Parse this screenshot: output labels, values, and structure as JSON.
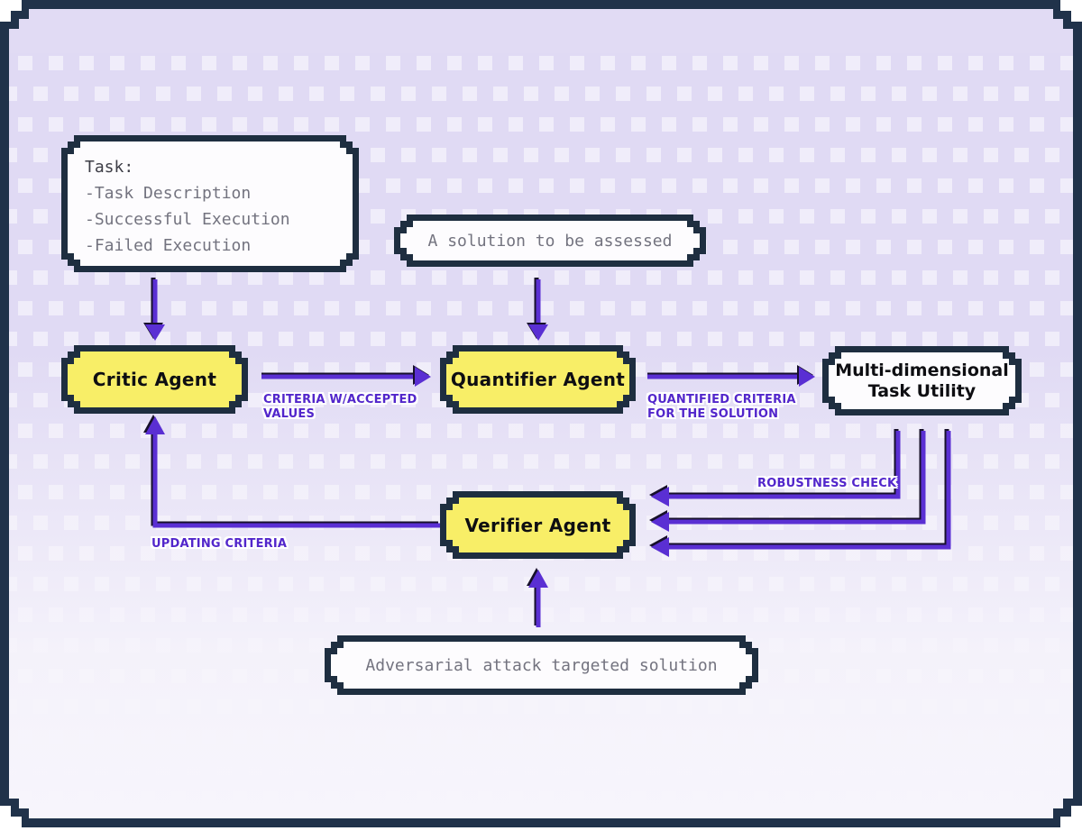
{
  "diagram": {
    "nodes": {
      "task": {
        "title": "Task:",
        "items": [
          "-Task Description",
          "-Successful Execution",
          "-Failed Execution"
        ]
      },
      "solution": {
        "label": "A solution to be assessed"
      },
      "critic": {
        "label": "Critic Agent"
      },
      "quantifier": {
        "label": "Quantifier Agent"
      },
      "utility": {
        "label_line1": "Multi-dimensional",
        "label_line2": "Task Utility"
      },
      "verifier": {
        "label": "Verifier Agent"
      },
      "adversarial": {
        "label": "Adversarial attack targeted solution"
      }
    },
    "edge_labels": {
      "criteria": "CRITERIA W/ACCEPTED VALUES",
      "quantified": "QUANTIFIED CRITERIA FOR THE SOLUTION",
      "robustness": "ROBUSTNESS CHECK",
      "updating": "UPDATING CRITERIA"
    },
    "colors": {
      "accent_purple": "#5a2fd3",
      "label_purple": "#5226cb",
      "node_yellow": "#f8ee67",
      "border_navy": "#1e2e40",
      "frame_navy": "#20324a",
      "background_lavender": "#e0daf4"
    }
  }
}
